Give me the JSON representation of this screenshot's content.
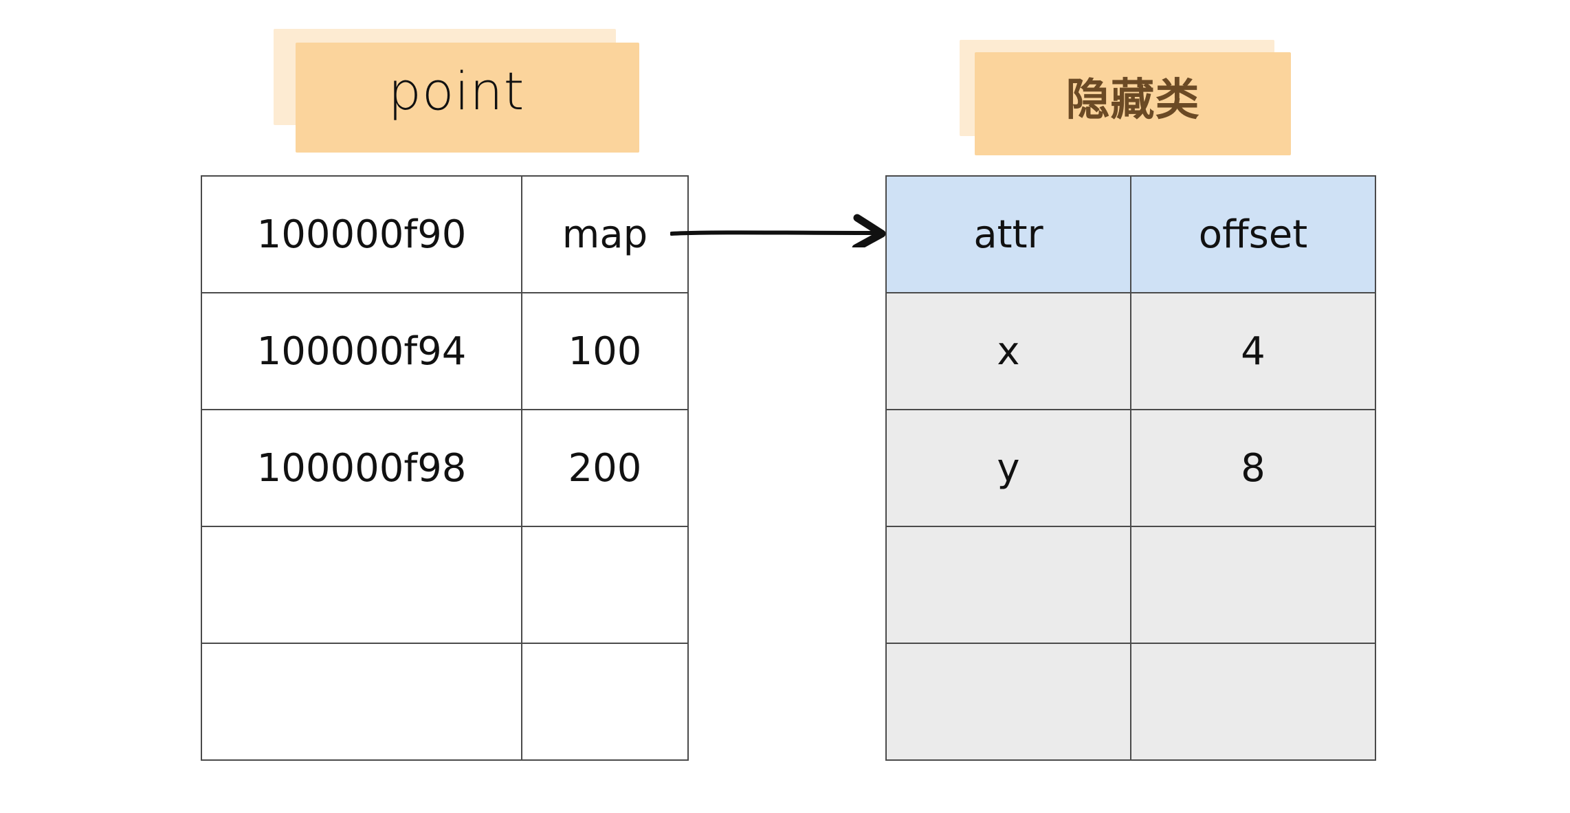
{
  "diagram": {
    "title_left": "point",
    "title_right": "隐藏类",
    "colors": {
      "highlight_outer": "#fdebd2",
      "highlight_inner": "#fbd49c",
      "header_blue": "#cfe1f5",
      "row_gray": "#ebebeb",
      "row_white": "#ffffff",
      "border": "#4a4a4a",
      "text_dark": "#111111",
      "text_brown": "#6b4a25"
    },
    "object_table": {
      "name": "point",
      "rows": [
        {
          "address": "100000f90",
          "value": "map"
        },
        {
          "address": "100000f94",
          "value": "100"
        },
        {
          "address": "100000f98",
          "value": "200"
        },
        {
          "address": "",
          "value": ""
        },
        {
          "address": "",
          "value": ""
        }
      ]
    },
    "hidden_class_table": {
      "name": "隐藏类",
      "headers": [
        "attr",
        "offset"
      ],
      "rows": [
        {
          "attr": "x",
          "offset": "4"
        },
        {
          "attr": "y",
          "offset": "8"
        },
        {
          "attr": "",
          "offset": ""
        },
        {
          "attr": "",
          "offset": ""
        }
      ]
    },
    "arrow": {
      "icon": "arrow-right-icon",
      "from": "map",
      "to": "attr"
    }
  }
}
